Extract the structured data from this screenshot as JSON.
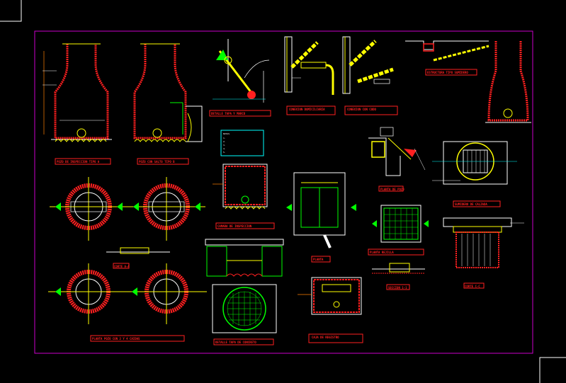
{
  "drawing": {
    "background": "#000000",
    "frame_color": "#cc00cc",
    "line_colors": {
      "red": "#ff2020",
      "yellow": "#ffff00",
      "green": "#00ff00",
      "white": "#ffffff",
      "cyan": "#00ffff",
      "orange": "#ff8000",
      "magenta": "#ff00ff"
    },
    "icons": [
      "viewport-corner-icon",
      "viewport-corner-icon"
    ],
    "details": [
      {
        "id": "d1",
        "title": "POZO DE INSPECCION TIPO A"
      },
      {
        "id": "d2",
        "title": "POZO CON SALTO TIPO B"
      },
      {
        "id": "d3",
        "title": "DETALLE TAPA Y MARCO"
      },
      {
        "id": "d4",
        "title": "CONEXION DOMICILIARIA"
      },
      {
        "id": "d5",
        "title": "CONEXION CON CODO"
      },
      {
        "id": "d6",
        "title": "ESTRUCTURA TIPO SUMIDERO"
      },
      {
        "id": "d7",
        "title": "CAMARA DE INSPECCION"
      },
      {
        "id": "d8",
        "title": "PLANTA"
      },
      {
        "id": "d9",
        "title": "PLANTA DE POZO"
      },
      {
        "id": "d10",
        "title": "CORTE A-A"
      },
      {
        "id": "d11",
        "title": "CORTE B-B"
      },
      {
        "id": "d12",
        "title": "PLANTA POZO CON 2 Y 4 CAIDAS"
      },
      {
        "id": "d13",
        "title": "DETALLE TAPA DE CONCRETO"
      },
      {
        "id": "d14",
        "title": "CAJA DE REGISTRO"
      },
      {
        "id": "d15",
        "title": "SUMIDERO DE CALZADA"
      },
      {
        "id": "d16",
        "title": "PLANTA REJILLA"
      },
      {
        "id": "d17",
        "title": "SECCION 1-1"
      },
      {
        "id": "d18",
        "title": "CORTE C-C"
      }
    ],
    "legend": {
      "heading": "NOTAS",
      "lines": [
        "1.",
        "2.",
        "3.",
        "4.",
        "5."
      ]
    }
  }
}
